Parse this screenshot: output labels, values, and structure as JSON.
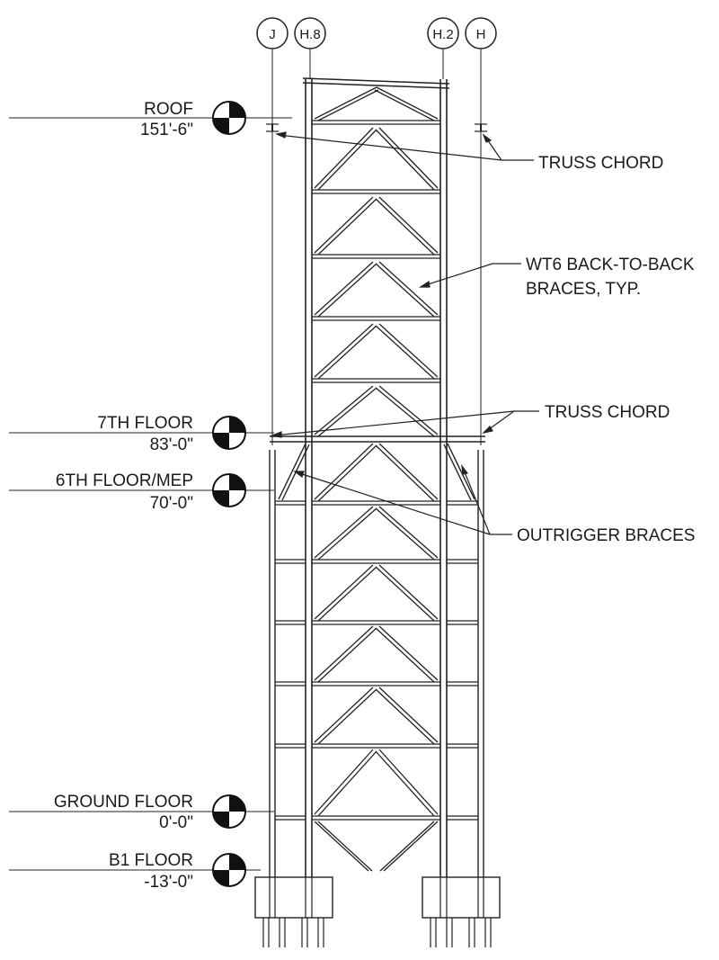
{
  "grid_lines": [
    {
      "id": "j",
      "label": "J"
    },
    {
      "id": "h8",
      "label": "H.8"
    },
    {
      "id": "h2",
      "label": "H.2"
    },
    {
      "id": "h",
      "label": "H"
    }
  ],
  "levels": [
    {
      "id": "roof",
      "name": "ROOF",
      "elevation": "151'-6\""
    },
    {
      "id": "seventh",
      "name": "7TH FLOOR",
      "elevation": "83'-0\""
    },
    {
      "id": "sixth",
      "name": "6TH FLOOR/MEP",
      "elevation": "70'-0\""
    },
    {
      "id": "ground",
      "name": "GROUND FLOOR",
      "elevation": "0'-0\""
    },
    {
      "id": "b1",
      "name": "B1 FLOOR",
      "elevation": "-13'-0\""
    }
  ],
  "callouts": {
    "truss_chord_top": "TRUSS CHORD",
    "braces_line1": "WT6 BACK-TO-BACK",
    "braces_line2": "BRACES, TYP.",
    "truss_chord_mid": "TRUSS CHORD",
    "outrigger": "OUTRIGGER BRACES"
  },
  "colors": {
    "line": "#222222",
    "ink": "#1a1a1a"
  }
}
